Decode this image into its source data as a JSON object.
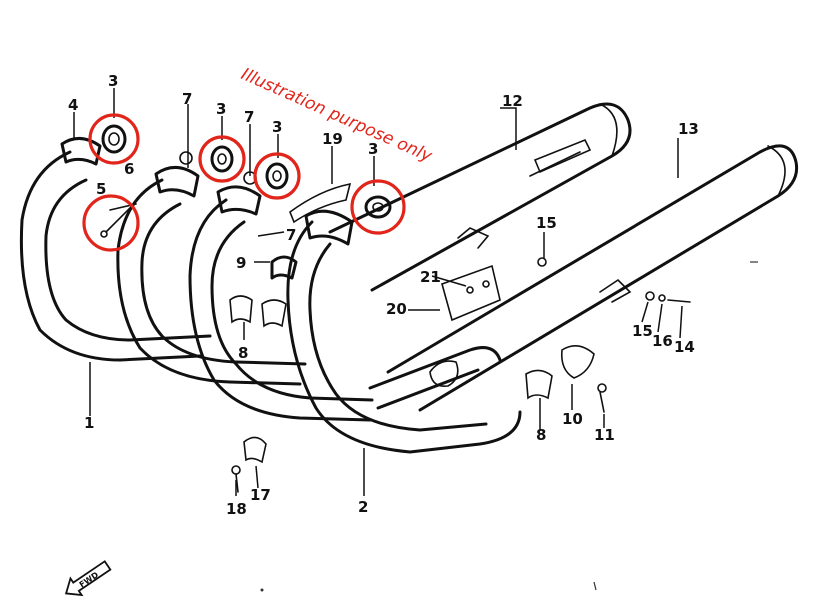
{
  "diagram": {
    "note": "Illustration purpose only",
    "fwd_label": "FWD",
    "highlight_color": "#e1251b",
    "callouts": {
      "c1": "1",
      "c2": "2",
      "c3a": "3",
      "c3b": "3",
      "c3c": "3",
      "c3d": "3",
      "c4": "4",
      "c5": "5",
      "c6": "6",
      "c7a": "7",
      "c7b": "7",
      "c7c": "7",
      "c8a": "8",
      "c8b": "8",
      "c9": "9",
      "c10": "10",
      "c11": "11",
      "c12": "12",
      "c13": "13",
      "c14": "14",
      "c15a": "15",
      "c15b": "15",
      "c16": "16",
      "c17": "17",
      "c18": "18",
      "c19": "19",
      "c20": "20",
      "c21": "21"
    }
  }
}
